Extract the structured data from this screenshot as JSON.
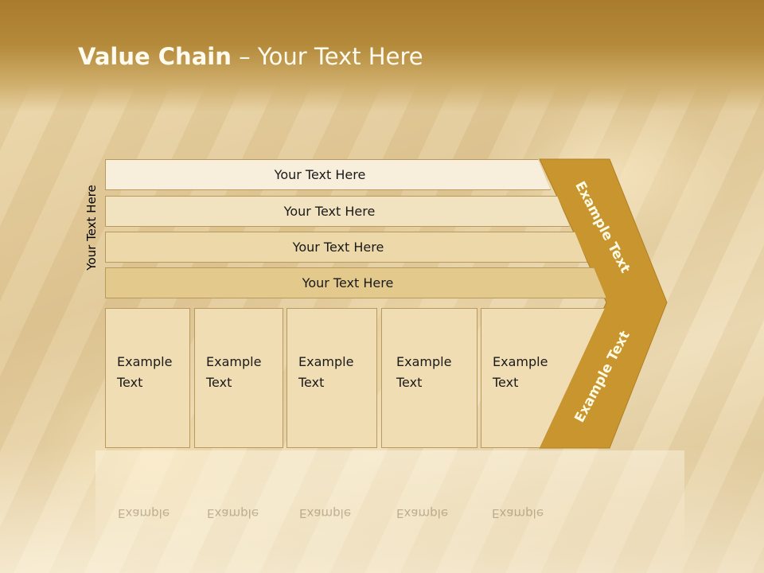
{
  "slide": {
    "title_bold": "Value Chain",
    "title_rest": " – Your Text Here",
    "side_label": "Your Text Here",
    "bars": [
      {
        "label": "Your Text Here"
      },
      {
        "label": "Your Text Here"
      },
      {
        "label": "Your Text Here"
      },
      {
        "label": "Your Text Here"
      }
    ],
    "columns": [
      {
        "line1": "Example",
        "line2": "Text"
      },
      {
        "line1": "Example",
        "line2": "Text"
      },
      {
        "line1": "Example",
        "line2": "Text"
      },
      {
        "line1": "Example",
        "line2": "Text"
      },
      {
        "line1": "Example",
        "line2": "Text"
      }
    ],
    "chevron_top": "Example Text",
    "chevron_bottom": "Example Text"
  },
  "colors": {
    "chevron": "#c8952e",
    "bar_fills": [
      "#f7efdc",
      "#f1e3c0",
      "#ecd8a9",
      "#e4c98d"
    ],
    "column_fill": "#f0ddb3"
  }
}
